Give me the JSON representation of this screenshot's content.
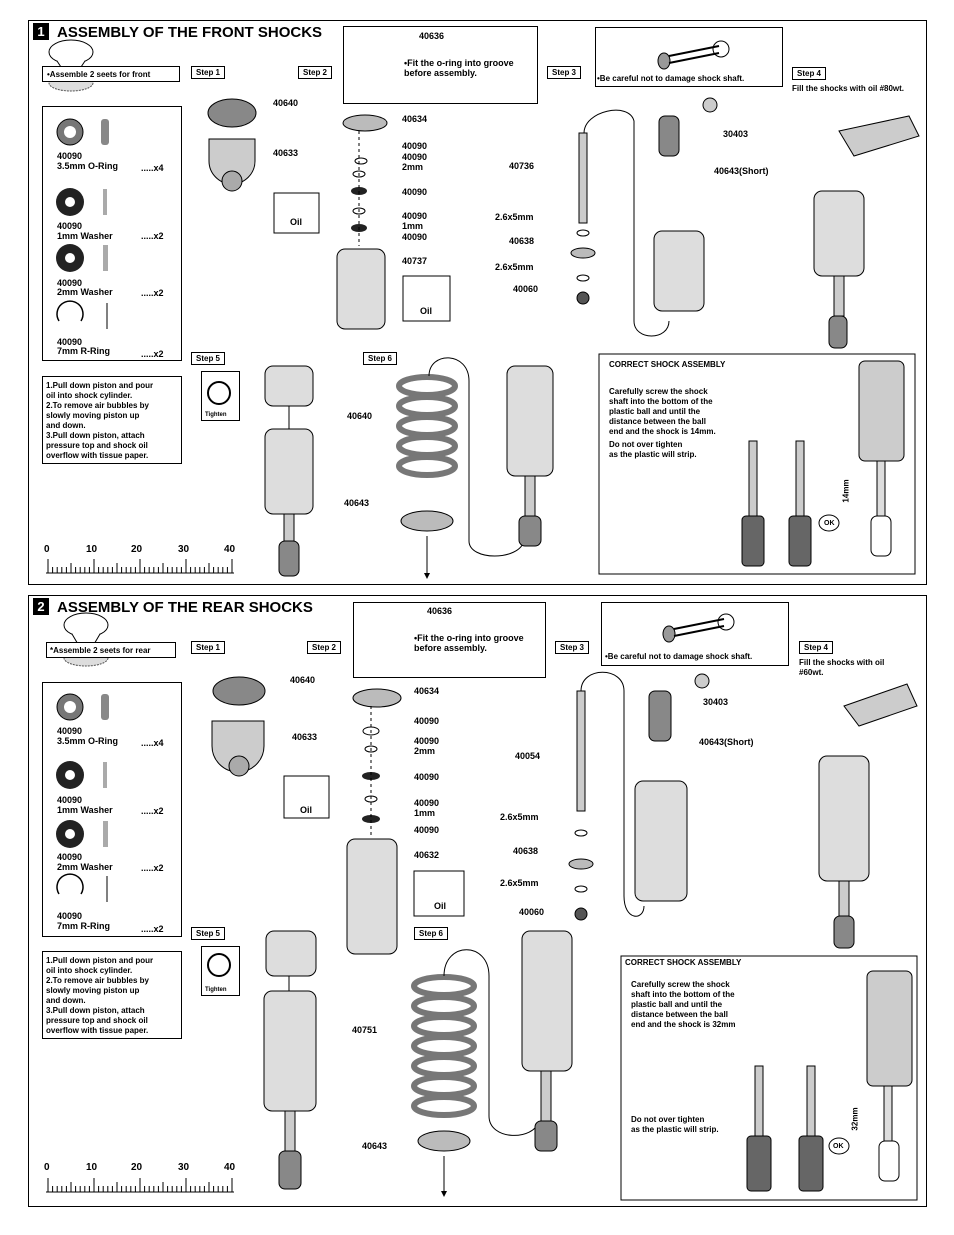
{
  "front": {
    "number": "1",
    "title": "ASSEMBLY OF THE FRONT SHOCKS",
    "note": "•Assemble 2 seets for front",
    "steps": [
      "Step 1",
      "Step 2",
      "Step 3",
      "Step 4",
      "Step 5",
      "Step 6"
    ],
    "parts_list": [
      {
        "code": "40090",
        "name": "3.5mm O-Ring",
        "qty": ".....x4"
      },
      {
        "code": "40090",
        "name": "1mm Washer",
        "qty": ".....x2"
      },
      {
        "code": "40090",
        "name": "2mm Washer",
        "qty": ".....x2"
      },
      {
        "code": "40090",
        "name": "7mm R-Ring",
        "qty": ".....x2"
      }
    ],
    "callout_oring": "•Fit the o-ring into groove\n before assembly.",
    "callout_shaft": "•Be careful not to damage shock shaft.",
    "fill_note": "Fill the shocks with oil #80wt.",
    "labels": {
      "p40636": "40636",
      "p40640": "40640",
      "p40633": "40633",
      "p40634": "40634",
      "w1": "40090",
      "w2": "40090",
      "w2b": "2mm",
      "w3": "40090",
      "w4": "40090",
      "w4b": "1mm",
      "w5": "40090",
      "p40737": "40737",
      "p40736": "40736",
      "s1": "2.6x5mm",
      "p40638": "40638",
      "s2": "2.6x5mm",
      "p40060": "40060",
      "p30403": "30403",
      "p40643s": "40643(Short)",
      "p40640b": "40640",
      "p40643": "40643",
      "oil1": "Oil",
      "oil2": "Oil"
    },
    "instructions": "1.Pull down piston and pour\n   oil into shock cylinder.\n2.To remove air bubbles by\n   slowly moving piston up\n   and down.\n3.Pull down piston, attach\n   pressure top and shock oil\n   overflow with tissue paper.",
    "tighten": "Tighten",
    "correct_title": "CORRECT SHOCK  ASSEMBLY",
    "correct_text": "Carefully screw the shock\nshaft into the bottom of the\nplastic ball and until the\ndistance between the ball\nend and the shock is 14mm.",
    "correct_warn": "Do not over tighten\nas the plastic will strip.",
    "measure": "14mm",
    "ok": "OK",
    "ruler": [
      "0",
      "10",
      "20",
      "30",
      "40"
    ]
  },
  "rear": {
    "number": "2",
    "title": "ASSEMBLY OF THE REAR SHOCKS",
    "note": "*Assemble 2 seets for rear",
    "steps": [
      "Step 1",
      "Step 2",
      "Step 3",
      "Step 4",
      "Step 5",
      "Step 6"
    ],
    "parts_list": [
      {
        "code": "40090",
        "name": "3.5mm O-Ring",
        "qty": ".....x4"
      },
      {
        "code": "40090",
        "name": "1mm Washer",
        "qty": ".....x2"
      },
      {
        "code": "40090",
        "name": "2mm Washer",
        "qty": ".....x2"
      },
      {
        "code": "40090",
        "name": "7mm R-Ring",
        "qty": ".....x2"
      }
    ],
    "callout_oring": "•Fit the o-ring into groove\n before assembly.",
    "callout_shaft": "•Be careful not to damage shock shaft.",
    "fill_note": "Fill the shocks with oil\n#60wt.",
    "labels": {
      "p40636": "40636",
      "p40640": "40640",
      "p40633": "40633",
      "p40634": "40634",
      "w1": "40090",
      "w2": "40090",
      "w2b": "2mm",
      "w3": "40090",
      "w4": "40090",
      "w4b": "1mm",
      "w5": "40090",
      "p40632": "40632",
      "p40054": "40054",
      "s1": "2.6x5mm",
      "p40638": "40638",
      "s2": "2.6x5mm",
      "p40060": "40060",
      "p30403": "30403",
      "p40643s": "40643(Short)",
      "p40751": "40751",
      "p40643": "40643",
      "oil1": "Oil",
      "oil2": "Oil"
    },
    "instructions": "1.Pull down piston and pour\n   oil into shock cylinder.\n2.To remove air bubbles by\n   slowly moving piston up\n   and down.\n3.Pull down piston, attach\n   pressure top and shock oil\n   overflow with tissue paper.",
    "tighten": "Tighten",
    "correct_title": "CORRECT SHOCK  ASSEMBLY",
    "correct_text": "Carefully screw the shock\nshaft into the bottom of the\nplastic ball and until the\ndistance between the ball\nend and the shock is 32mm",
    "correct_warn": "Do not over tighten\nas the plastic will strip.",
    "measure": "32mm",
    "ok": "OK",
    "ruler": [
      "0",
      "10",
      "20",
      "30",
      "40"
    ]
  }
}
